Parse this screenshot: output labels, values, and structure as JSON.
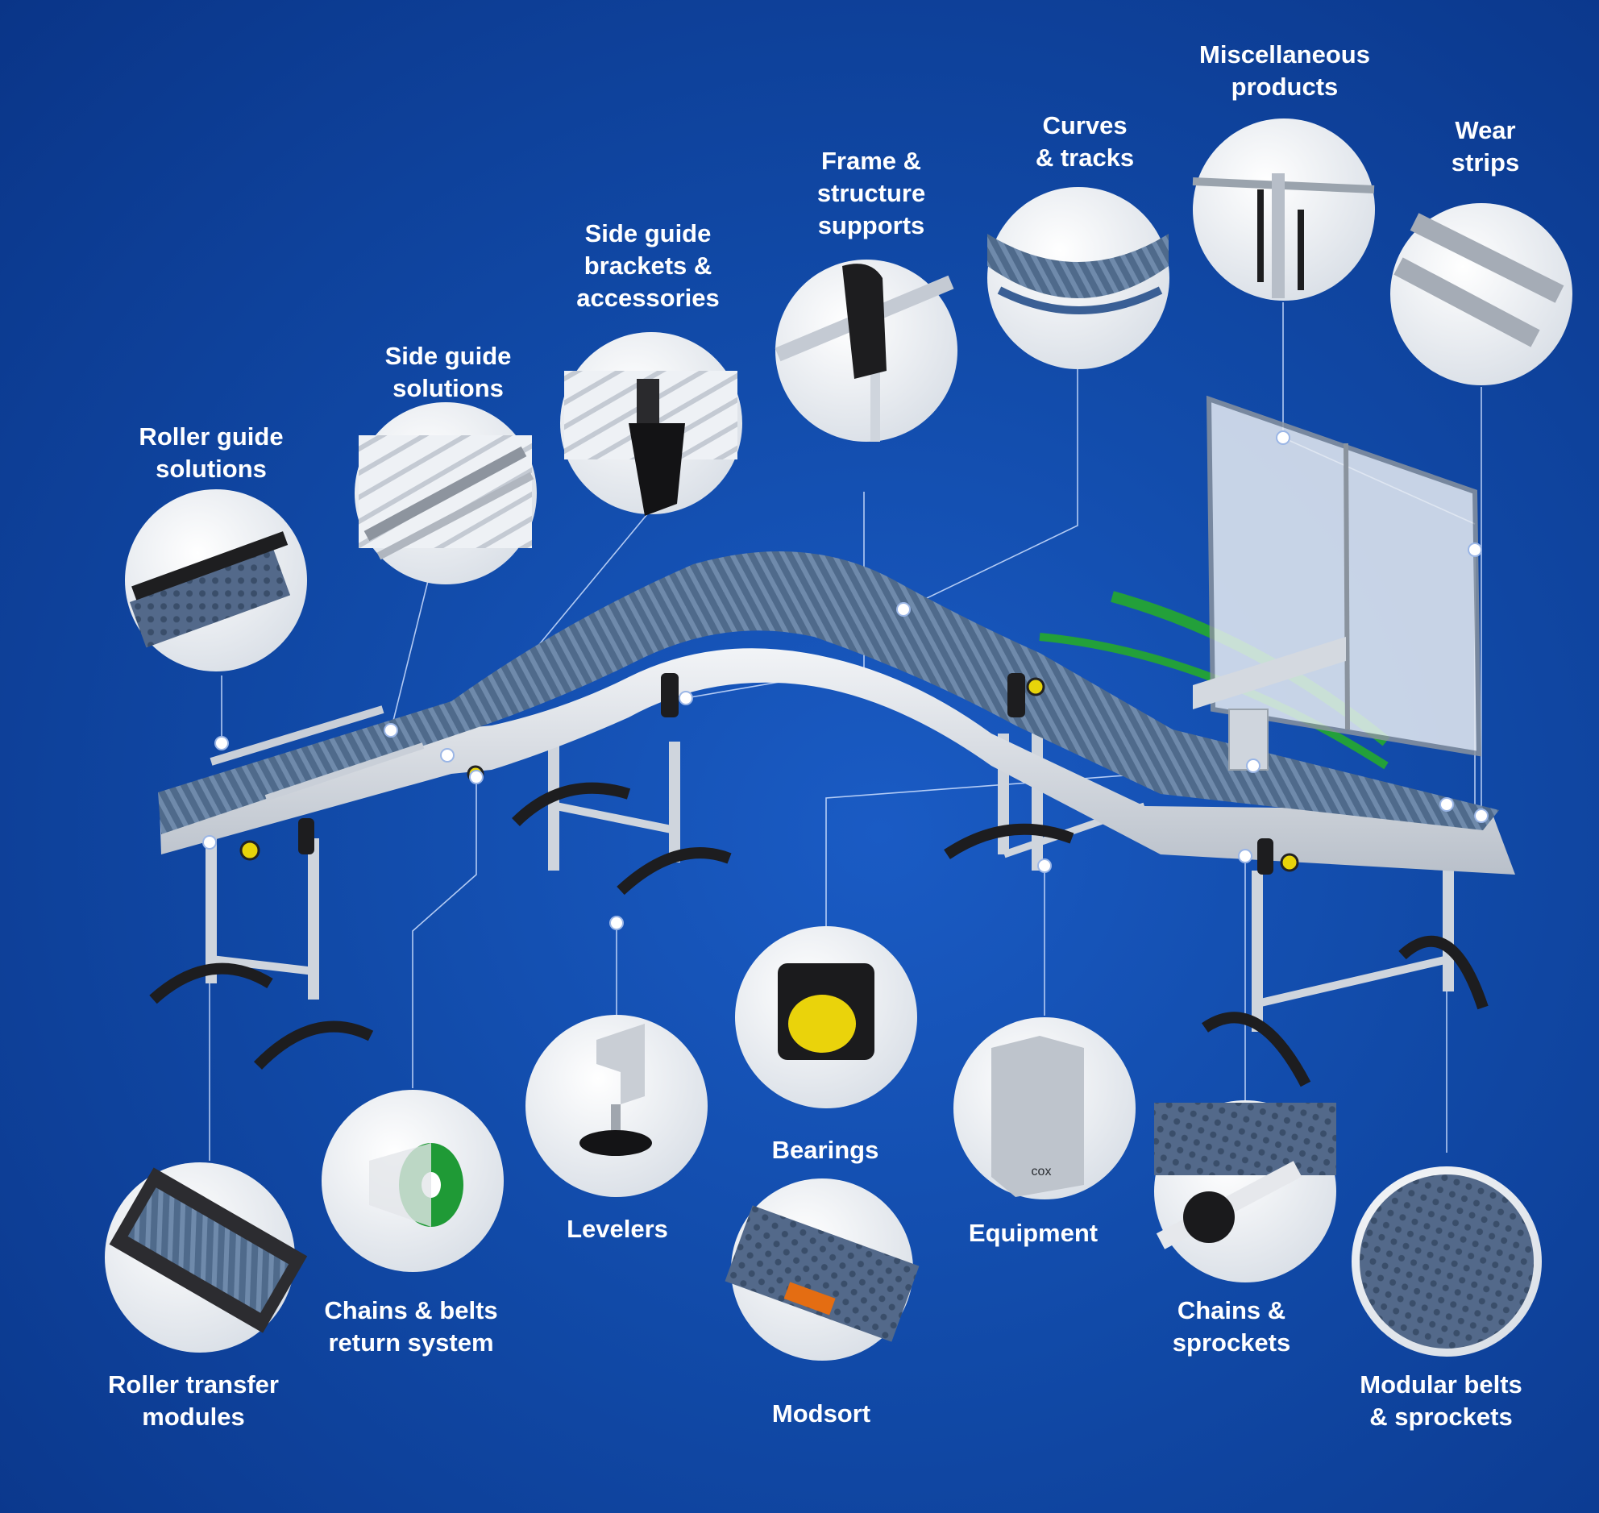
{
  "colors": {
    "background": "#114aa8",
    "label": "#ffffff",
    "leader_line": "#cfe0ff",
    "belt": "#4d6684",
    "frame": "#d9dde3",
    "accent_green": "#23a03a",
    "accent_yellow": "#e8d40a"
  },
  "callouts": [
    {
      "id": "roller-guide-solutions",
      "lines": [
        "Roller guide",
        "solutions"
      ]
    },
    {
      "id": "side-guide-solutions",
      "lines": [
        "Side guide",
        "solutions"
      ]
    },
    {
      "id": "side-guide-brackets",
      "lines": [
        "Side guide",
        "brackets &",
        "accessories"
      ]
    },
    {
      "id": "frame-structure",
      "lines": [
        "Frame &",
        "structure",
        "supports"
      ]
    },
    {
      "id": "curves-tracks",
      "lines": [
        "Curves",
        "& tracks"
      ]
    },
    {
      "id": "miscellaneous-products",
      "lines": [
        "Miscellaneous",
        "products"
      ]
    },
    {
      "id": "wear-strips",
      "lines": [
        "Wear",
        "strips"
      ]
    },
    {
      "id": "roller-transfer-modules",
      "lines": [
        "Roller transfer",
        "modules"
      ]
    },
    {
      "id": "chains-belts-return",
      "lines": [
        "Chains & belts",
        "return system"
      ]
    },
    {
      "id": "levelers",
      "lines": [
        "Levelers"
      ]
    },
    {
      "id": "bearings",
      "lines": [
        "Bearings"
      ]
    },
    {
      "id": "modsort",
      "lines": [
        "Modsort"
      ]
    },
    {
      "id": "equipment",
      "lines": [
        "Equipment"
      ]
    },
    {
      "id": "chains-sprockets",
      "lines": [
        "Chains &",
        "sprockets"
      ]
    },
    {
      "id": "modular-belts",
      "lines": [
        "Modular belts",
        "& sprockets"
      ]
    }
  ],
  "equipment_logo": "cox"
}
